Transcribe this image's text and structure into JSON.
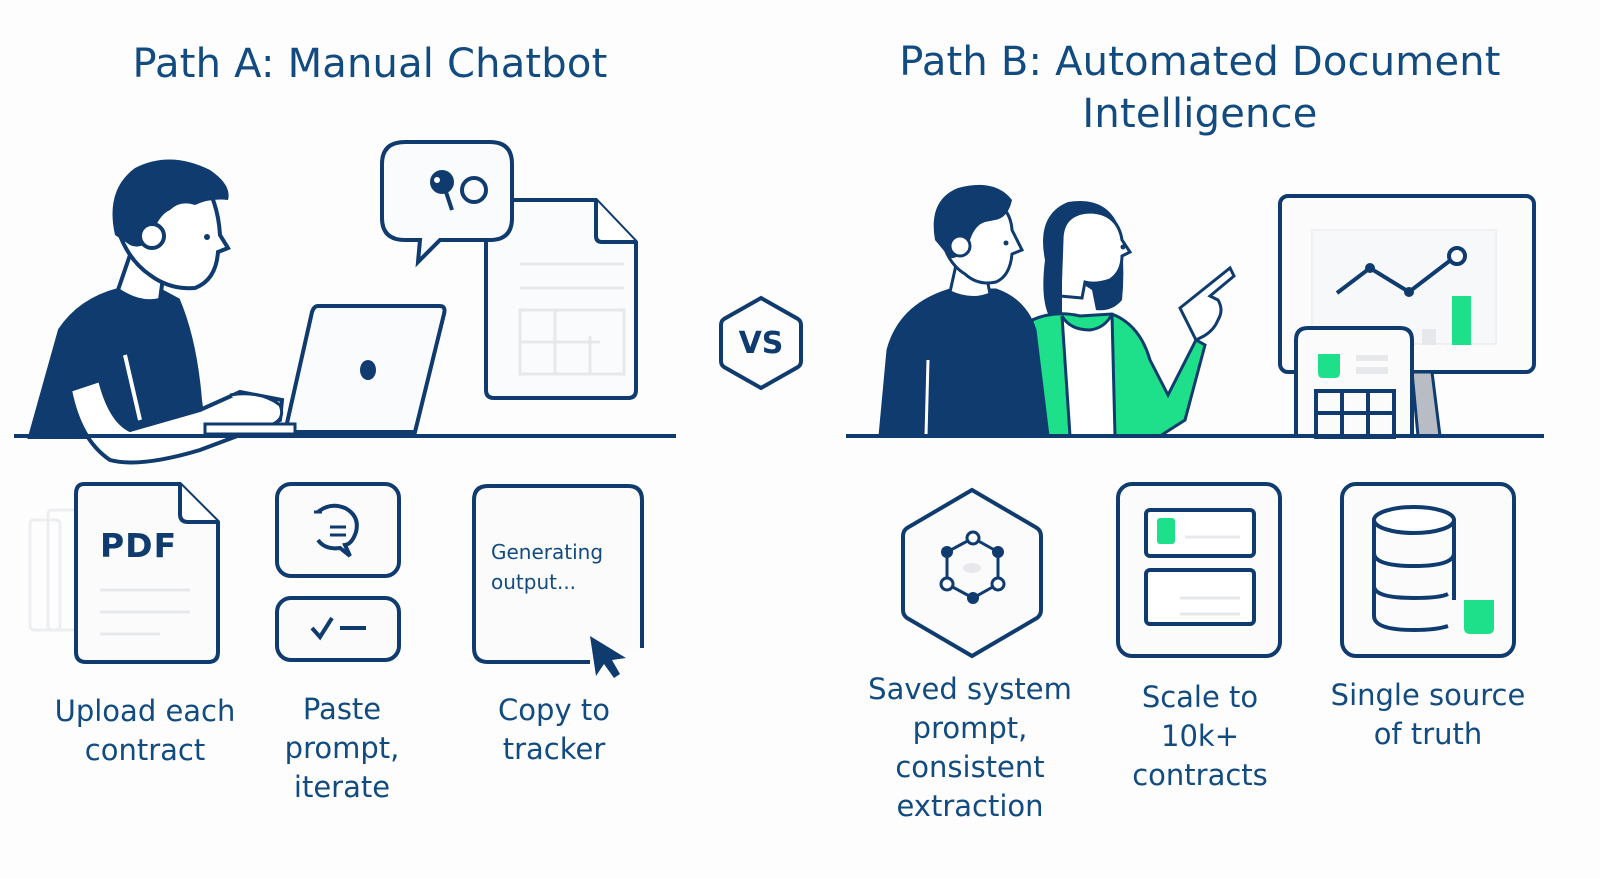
{
  "colors": {
    "navy": "#0f3b6e",
    "title_blue": "#124b80",
    "accent_green": "#1ee08a",
    "background": "#fdfdfe",
    "light_gray": "#e6e8ec"
  },
  "divider": {
    "label": "VS",
    "icon": "hexagon-icon"
  },
  "path_a": {
    "title": "Path A: Manual Chatbot",
    "illustration": {
      "person": "man-typing-on-laptop",
      "chat_bubble_icon": "chat-bubble-icon",
      "document_icon": "spreadsheet-document-icon"
    },
    "steps": [
      {
        "icon": "pdf-document-icon",
        "icon_text": "PDF",
        "label": "Upload each\ncontract"
      },
      {
        "icon": "chat-and-check-icon",
        "icon_text": "",
        "label": "Paste\nprompt,\niterate"
      },
      {
        "icon": "generating-output-window-icon",
        "icon_text": "Generating\noutput...",
        "label": "Copy to\ntracker"
      }
    ]
  },
  "path_b": {
    "title": "Path B: Automated Document\nIntelligence",
    "illustration": {
      "people": "two-people-pointing-at-dashboard",
      "dashboard_icon": "dashboard-chart-icon",
      "calculator_icon": "data-table-card-icon"
    },
    "steps": [
      {
        "icon": "hexagon-network-icon",
        "label": "Saved system\nprompt,\nconsistent\nextraction"
      },
      {
        "icon": "stacked-cards-icon",
        "label": "Scale to\n10k+\ncontracts"
      },
      {
        "icon": "database-icon",
        "label": "Single source\nof truth"
      }
    ]
  }
}
